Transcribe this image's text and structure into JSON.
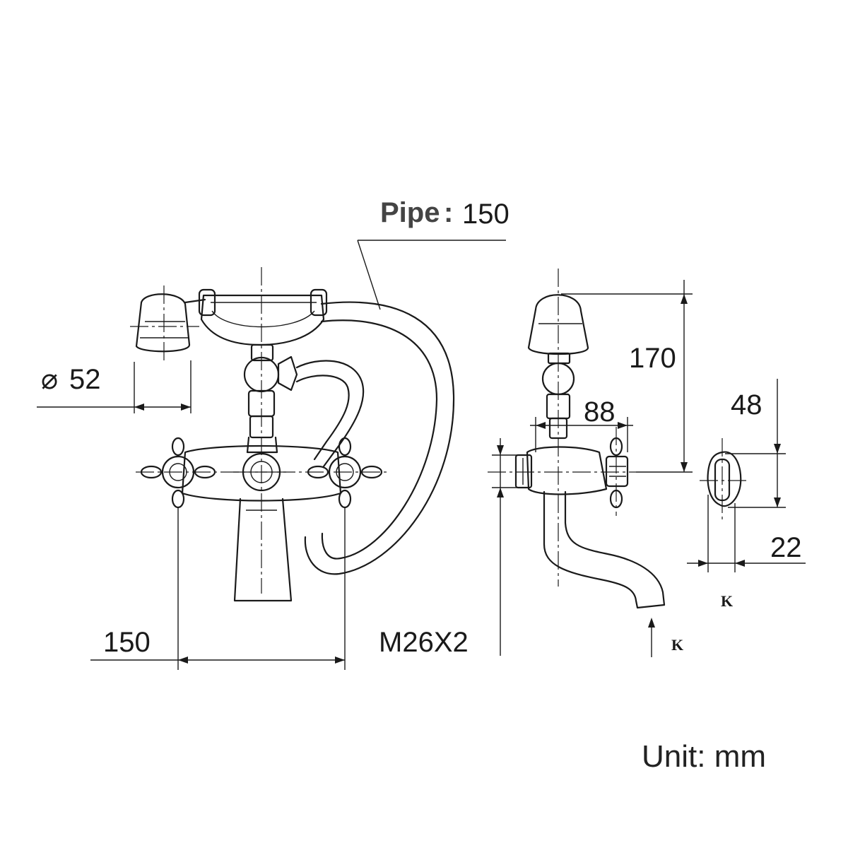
{
  "labels": {
    "pipe": "Pipe",
    "pipe_colon": ":",
    "pipe_length": "150",
    "diameter_symbol": "⌀",
    "diameter": "52",
    "centers": "150",
    "thread": "M26X2",
    "height": "170",
    "projection": "88",
    "flange": "48",
    "flange_depth": "22",
    "section_mark": "K",
    "unit": "Unit: mm"
  }
}
